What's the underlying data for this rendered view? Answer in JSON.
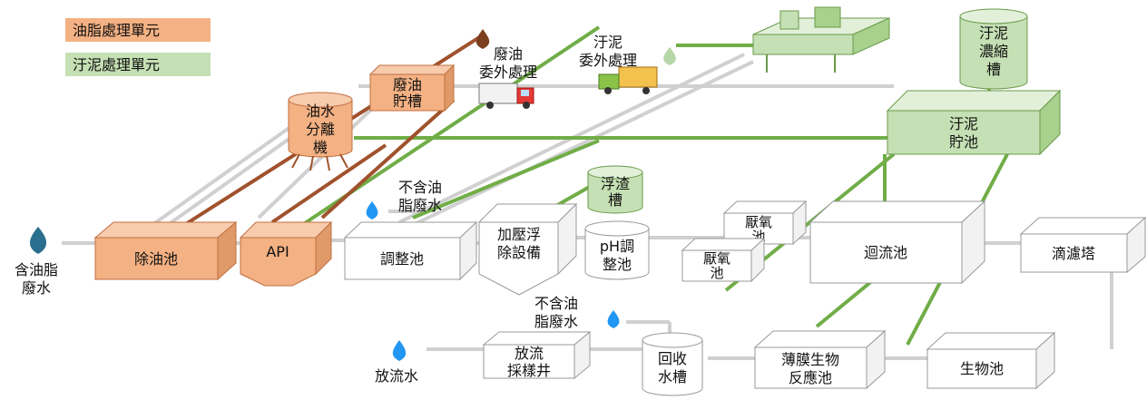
{
  "legend": {
    "oil_unit": "油脂處理單元",
    "sludge_unit": "汙泥處理單元"
  },
  "colors": {
    "oil_face": "#f4b183",
    "oil_top": "#f8cbad",
    "oil_side": "#e09a6a",
    "sludge_face": "#c5e0b4",
    "sludge_top": "#e2f0d9",
    "sludge_side": "#a9d18e",
    "oil_pipe": "#a0522d",
    "sludge_pipe": "#70ad47",
    "water_pipe": "#d9d9d9",
    "water_drop": "#2196f3",
    "oil_drop": "#7b3f1d",
    "sludge_drop": "#b7d7a8"
  },
  "labels": {
    "inlet": [
      "含油脂",
      "廢水"
    ],
    "oil_removal": "除油池",
    "api": "API",
    "equalization": "調整池",
    "no_oil_top": [
      "不含油",
      "脂廢水"
    ],
    "daf": [
      "加壓浮",
      "除設備"
    ],
    "scum_tank": [
      "浮渣",
      "槽"
    ],
    "ph_tank": [
      "pH調",
      "整池"
    ],
    "anaerobic_1": [
      "厭氧",
      "池"
    ],
    "anaerobic_2": [
      "厭氧",
      "池"
    ],
    "reflux": "迴流池",
    "trickling": "滴濾塔",
    "sludge_storage": [
      "汙泥",
      "貯池"
    ],
    "sludge_thickener": [
      "汙泥",
      "濃縮",
      "槽"
    ],
    "sludge_outsource": [
      "汙泥",
      "委外處理"
    ],
    "oil_water_sep": [
      "油水",
      "分離",
      "機"
    ],
    "waste_oil_tank": [
      "廢油",
      "貯槽"
    ],
    "waste_oil_outsource": [
      "廢油",
      "委外處理"
    ],
    "no_oil_bottom": [
      "不含油",
      "脂廢水"
    ],
    "discharge_well": [
      "放流",
      "採樣井"
    ],
    "recovery_tank": [
      "回收",
      "水槽"
    ],
    "mbr": [
      "薄膜生物",
      "反應池"
    ],
    "bio_tank": "生物池",
    "outlet": "放流水"
  }
}
